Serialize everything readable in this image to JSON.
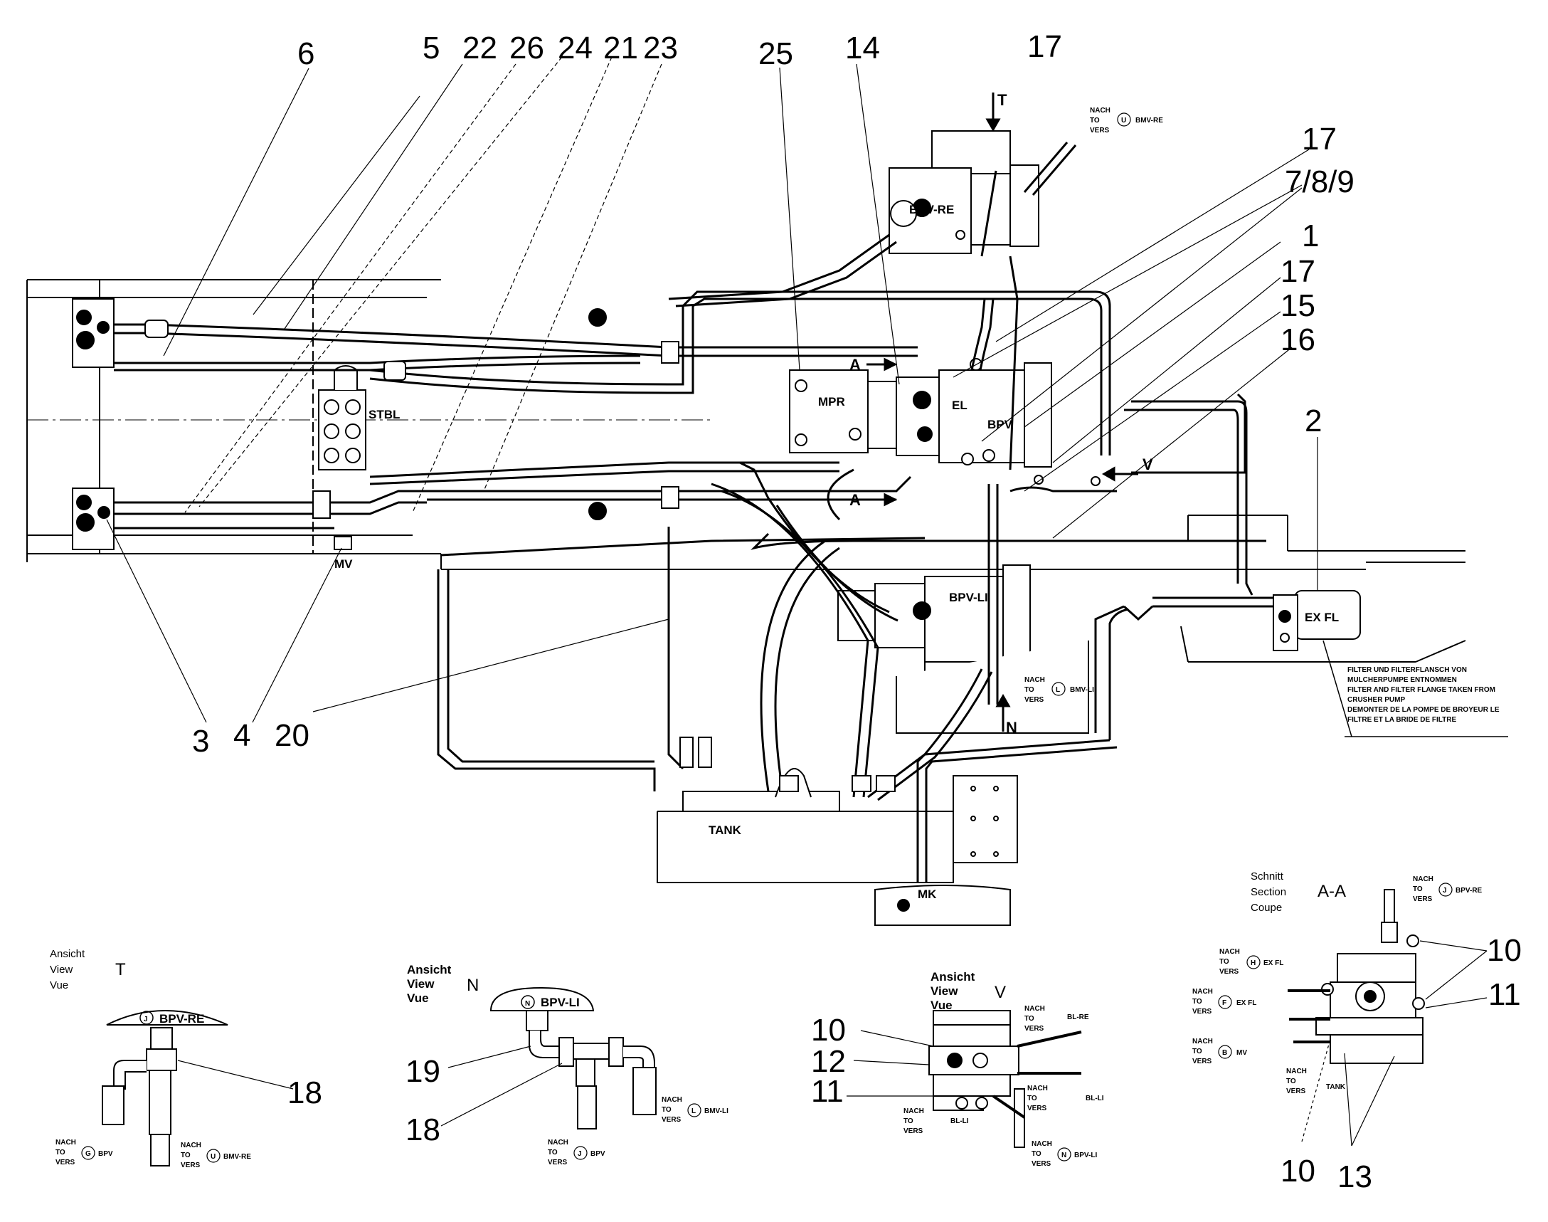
{
  "part_numbers": {
    "n6": "6",
    "n5": "5",
    "n22": "22",
    "n26": "26",
    "n24": "24",
    "n21": "21",
    "n23": "23",
    "n25": "25",
    "n14": "14",
    "n17a": "17",
    "n17b": "17",
    "n789": "7/8/9",
    "n1": "1",
    "n17c": "17",
    "n15": "15",
    "n16": "16",
    "n2": "2",
    "n3": "3",
    "n4": "4",
    "n20": "20",
    "n18a": "18",
    "n19": "19",
    "n18b": "18",
    "n10a": "10",
    "n12": "12",
    "n11a": "11",
    "n10b": "10",
    "n11b": "11",
    "n10c": "10",
    "n13": "13"
  },
  "component_labels": {
    "stbl": "STBL",
    "mpr": "MPR",
    "bpv": "BPV",
    "bpv_re": "BPV-RE",
    "bpv_li": "BPV-LI",
    "ex_fl": "EX FL",
    "mv": "MV",
    "tank": "TANK",
    "mk": "MK",
    "el": "EL",
    "arrow_t": "T",
    "arrow_n": "N",
    "arrow_v": "V",
    "arrow_a1": "A",
    "arrow_a2": "A"
  },
  "routing_notes": {
    "to_u_bmv_re": {
      "nach": "NACH",
      "to": "TO",
      "vers": "VERS",
      "circle": "U",
      "target": "BMV-RE"
    },
    "to_l_bmv_li": {
      "nach": "NACH",
      "to": "TO",
      "vers": "VERS",
      "circle": "L",
      "target": "BMV-LI"
    }
  },
  "filter_note": {
    "line1": "FILTER UND FILTERFLANSCH VON",
    "line2": "MULCHERPUMPE ENTNOMMEN",
    "line3": "FILTER AND FILTER FLANGE TAKEN FROM",
    "line4": "CRUSHER PUMP",
    "line5": "DEMONTER DE LA POMPE DE BROYEUR LE",
    "line6": "FILTRE ET LA BRIDE DE FILTRE"
  },
  "view_t": {
    "ansicht": "Ansicht",
    "view": "View",
    "vue": "Vue",
    "letter": "T",
    "cap_label": "BPV-RE",
    "cap_circle": "J",
    "left_note": {
      "nach": "NACH",
      "to": "TO",
      "vers": "VERS",
      "circle": "G",
      "target": "BPV"
    },
    "right_note": {
      "nach": "NACH",
      "to": "TO",
      "vers": "VERS",
      "circle": "U",
      "target": "BMV-RE"
    }
  },
  "view_n": {
    "ansicht": "Ansicht",
    "view": "View",
    "vue": "Vue",
    "letter": "N",
    "cap_label": "BPV-LI",
    "cap_circle": "N",
    "left_note": {
      "nach": "NACH",
      "to": "TO",
      "vers": "VERS",
      "circle": "J",
      "target": "BPV"
    },
    "right_note": {
      "nach": "NACH",
      "to": "TO",
      "vers": "VERS",
      "circle": "L",
      "target": "BMV-LI"
    }
  },
  "view_v": {
    "ansicht": "Ansicht",
    "view": "View",
    "vue": "Vue",
    "letter": "V",
    "note_bl_re": {
      "nach": "NACH",
      "to": "TO",
      "vers": "VERS",
      "target": "BL-RE"
    },
    "note_bl_li_r": {
      "nach": "NACH",
      "to": "TO",
      "vers": "VERS",
      "target": "BL-LI"
    },
    "note_bl_li_l": {
      "nach": "NACH",
      "to": "TO",
      "vers": "VERS",
      "target": "BL-LI"
    },
    "note_bpv_li": {
      "nach": "NACH",
      "to": "TO",
      "vers": "VERS",
      "circle": "N",
      "target": "BPV-LI"
    }
  },
  "section_aa": {
    "schnitt": "Schnitt",
    "section": "Section",
    "coupe": "Coupe",
    "letter": "A-A",
    "note_top": {
      "nach": "NACH",
      "to": "TO",
      "vers": "VERS",
      "circle": "J",
      "target": "BPV-RE"
    },
    "note_h": {
      "nach": "NACH",
      "to": "TO",
      "vers": "VERS",
      "circle": "H",
      "target": "EX FL"
    },
    "note_f": {
      "nach": "NACH",
      "to": "TO",
      "vers": "VERS",
      "circle": "F",
      "target": "EX FL"
    },
    "note_b": {
      "nach": "NACH",
      "to": "TO",
      "vers": "VERS",
      "circle": "B",
      "target": "MV"
    },
    "note_tank": {
      "nach": "NACH",
      "to": "TO",
      "vers": "VERS"
    },
    "tank": "TANK"
  }
}
